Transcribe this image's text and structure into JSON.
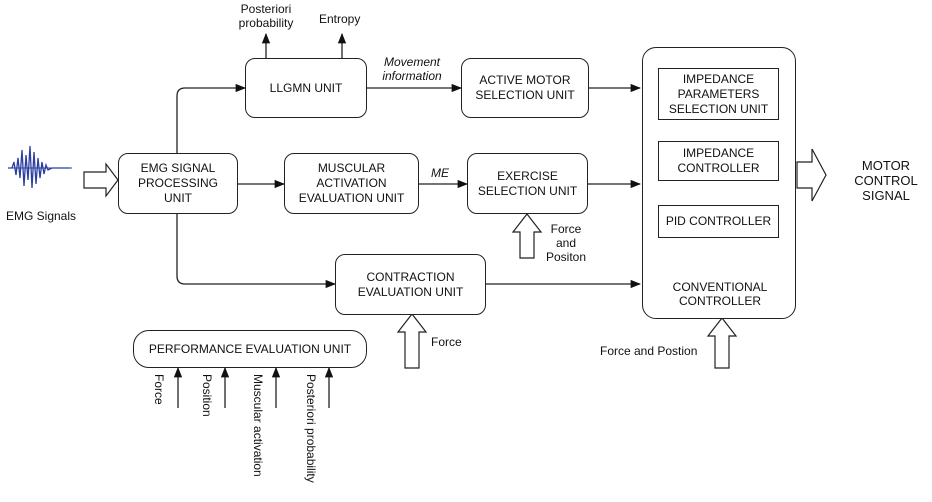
{
  "blocks": {
    "emg_processing": "EMG SIGNAL\nPROCESSING\nUNIT",
    "llgmn": "LLGMN UNIT",
    "active_motor": "ACTIVE MOTOR\nSELECTION UNIT",
    "muscular": "MUSCULAR\nACTIVATION\nEVALUATION UNIT",
    "exercise": "EXERCISE\nSELECTION UNIT",
    "contraction": "CONTRACTION\nEVALUATION UNIT",
    "performance": "PERFORMANCE EVALUATION UNIT",
    "impedance_params": "IMPEDANCE\nPARAMETERS\nSELECTION UNIT",
    "impedance_ctrl": "IMPEDANCE\nCONTROLLER",
    "pid": "PID CONTROLLER",
    "conventional": "CONVENTIONAL\nCONTROLLER"
  },
  "labels": {
    "emg_signals": "EMG Signals",
    "posteriori_top": "Posteriori\nprobability",
    "entropy": "Entropy",
    "movement_info": "Movement\ninformation",
    "me": "ME",
    "force_position_exercise": "Force\nand\nPositon",
    "force_contraction": "Force",
    "force_position_controller": "Force and Postion",
    "motor_control_signal": "MOTOR\nCONTROL\nSIGNAL",
    "perf_inputs": [
      "Force",
      "Position",
      "Muscular activation",
      "Posteriori probability"
    ]
  },
  "colors": {
    "line": "#222222",
    "waveform": "#2a3f9f"
  }
}
